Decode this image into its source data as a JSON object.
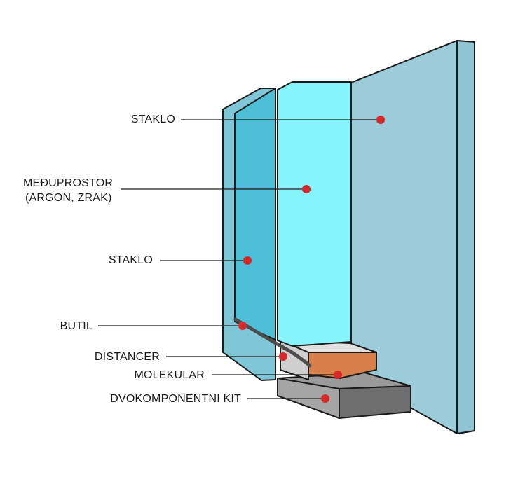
{
  "labels": {
    "staklo_outer": "STAKLO",
    "medjuprostor_1": "MEĐUPROSTOR",
    "medjuprostor_2": "(ARGON, ZRAK)",
    "staklo_inner": "STAKLO",
    "butil": "BUTIL",
    "distancer": "DISTANCER",
    "molekular": "MOLEKULAR",
    "kit": "DVOKOMPONENTNI KIT"
  },
  "colors": {
    "glass_face": "#9ccbd9",
    "glass_edge": "#5fc2d8",
    "gas_cavity": "#86f4fb",
    "marker": "#d62a2a",
    "outline": "#1a1a1a",
    "molecular_sieve": "#d9804a",
    "sealant": "#5a5a5a"
  }
}
